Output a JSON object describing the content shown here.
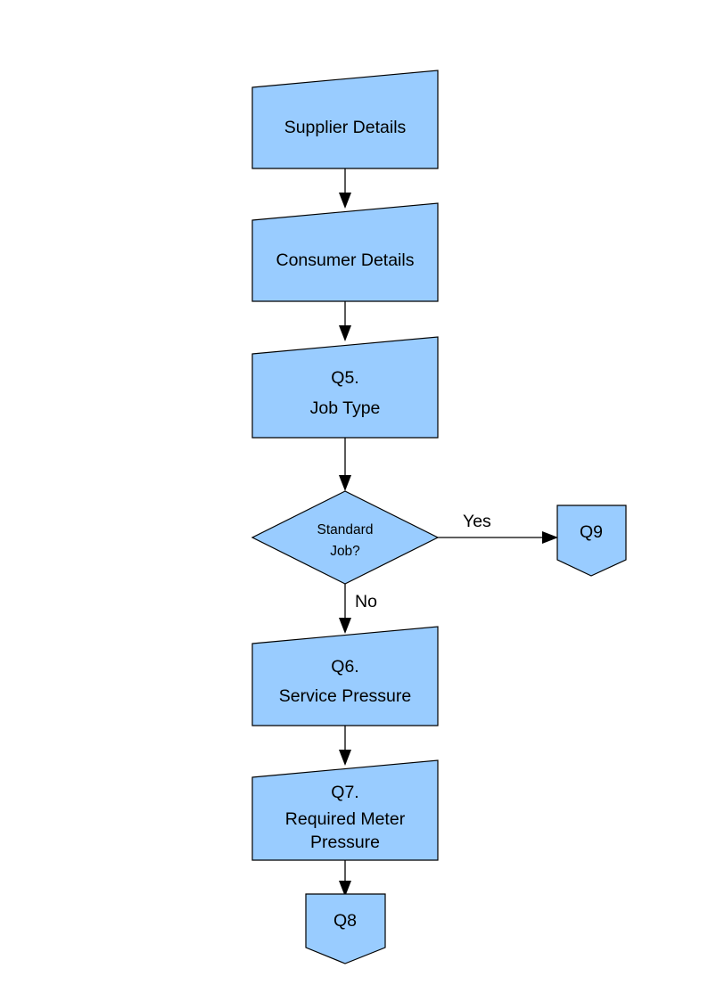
{
  "diagram": {
    "type": "flowchart",
    "title": "",
    "background_color": "#ffffff",
    "node_fill_color": "#99ccff",
    "node_stroke_color": "#000000",
    "text_color": "#000000",
    "nodes": [
      {
        "id": "supplier-details",
        "shape": "slanted-top-box",
        "lines": [
          "Supplier Details"
        ],
        "line1": "Supplier Details"
      },
      {
        "id": "consumer-details",
        "shape": "slanted-top-box",
        "lines": [
          "Consumer Details"
        ],
        "line1": "Consumer Details"
      },
      {
        "id": "q5-job-type",
        "shape": "slanted-top-box",
        "lines": [
          "Q5.",
          "Job Type"
        ],
        "line1": "Q5.",
        "line2": "Job Type"
      },
      {
        "id": "standard-job-decision",
        "shape": "diamond",
        "lines": [
          "Standard",
          "Job?"
        ],
        "line1": "Standard",
        "line2": "Job?"
      },
      {
        "id": "q9",
        "shape": "shield-pentagon",
        "lines": [
          "Q9"
        ],
        "line1": "Q9"
      },
      {
        "id": "q6-service-pressure",
        "shape": "slanted-top-box",
        "lines": [
          "Q6.",
          "Service Pressure"
        ],
        "line1": "Q6.",
        "line2": "Service Pressure"
      },
      {
        "id": "q7-required-meter-pressure",
        "shape": "slanted-top-box",
        "lines": [
          "Q7.",
          "Required Meter",
          "Pressure"
        ],
        "line1": "Q7.",
        "line2": "Required Meter",
        "line3": "Pressure"
      },
      {
        "id": "q8",
        "shape": "shield-pentagon",
        "lines": [
          "Q8"
        ],
        "line1": "Q8"
      }
    ],
    "edges": [
      {
        "id": "e1",
        "from": "supplier-details",
        "to": "consumer-details",
        "label": ""
      },
      {
        "id": "e2",
        "from": "consumer-details",
        "to": "q5-job-type",
        "label": ""
      },
      {
        "id": "e3",
        "from": "q5-job-type",
        "to": "standard-job-decision",
        "label": ""
      },
      {
        "id": "e4",
        "from": "standard-job-decision",
        "to": "q9",
        "label": "Yes"
      },
      {
        "id": "e5",
        "from": "standard-job-decision",
        "to": "q6-service-pressure",
        "label": "No"
      },
      {
        "id": "e6",
        "from": "q6-service-pressure",
        "to": "q7-required-meter-pressure",
        "label": ""
      },
      {
        "id": "e7",
        "from": "q7-required-meter-pressure",
        "to": "q8",
        "label": ""
      }
    ],
    "edge_labels": {
      "yes": "Yes",
      "no": "No"
    }
  }
}
